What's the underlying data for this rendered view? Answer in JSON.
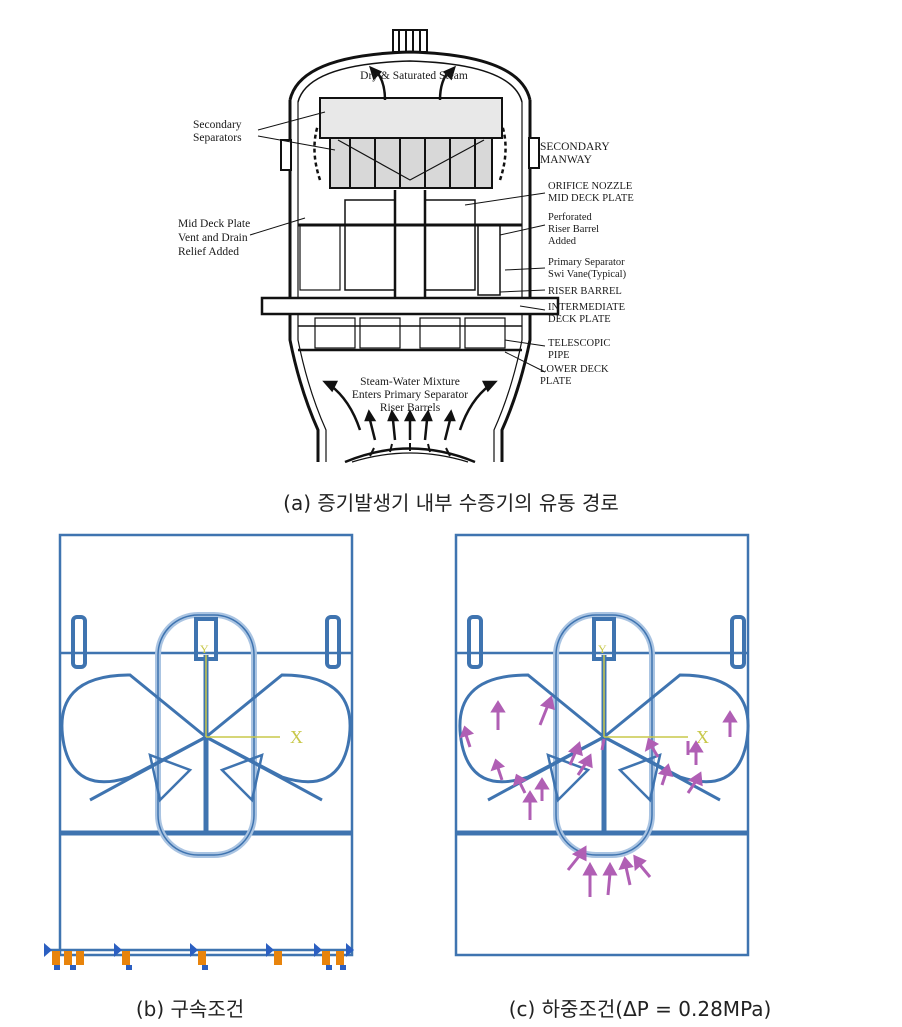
{
  "figure_a": {
    "caption": "(a) 증기발생기 내부 수증기의 유동 경로",
    "labels": {
      "dry_steam": "Dry & Saturated Steam",
      "secondary_separators_1": "Secondary",
      "secondary_separators_2": "Separators",
      "secondary_manway_1": "SECONDARY",
      "secondary_manway_2": "MANWAY",
      "orifice_nozzle_1": "ORIFICE NOZZLE",
      "orifice_nozzle_2": "MID DECK PLATE",
      "perforated_1": "Perforated",
      "perforated_2": "Riser Barrel",
      "perforated_3": "Added",
      "mid_deck_1": "Mid Deck Plate",
      "mid_deck_2": "Vent and Drain",
      "mid_deck_3": "Relief Added",
      "primary_sep_1": "Primary Separator",
      "primary_sep_2": "Swi Vane(Typical)",
      "riser_barrel": "RISER BARREL",
      "intermediate_1": "INTERMEDIATE",
      "intermediate_2": "DECK PLATE",
      "telescopic_1": "TELESCOPIC",
      "telescopic_2": "PIPE",
      "lower_deck_1": "LOWER DECK",
      "lower_deck_2": "PLATE",
      "mixture_1": "Steam-Water Mixture",
      "mixture_2": "Enters Primary Separator",
      "mixture_3": "Riser Barrels"
    }
  },
  "figure_b": {
    "caption": "(b) 구속조건",
    "axis_x": "X",
    "axis_y": "Y"
  },
  "figure_c": {
    "caption": "(c) 하중조건(ΔP = 0.28MPa)",
    "axis_x": "X",
    "axis_y": "Y"
  },
  "colors": {
    "model_line": "#3f74b0",
    "model_light": "#aac4e2",
    "axis": "#c8c84a",
    "load_arrow": "#b05fb4",
    "constraint_orange": "#e8840c",
    "constraint_blue": "#2b5fc1"
  }
}
